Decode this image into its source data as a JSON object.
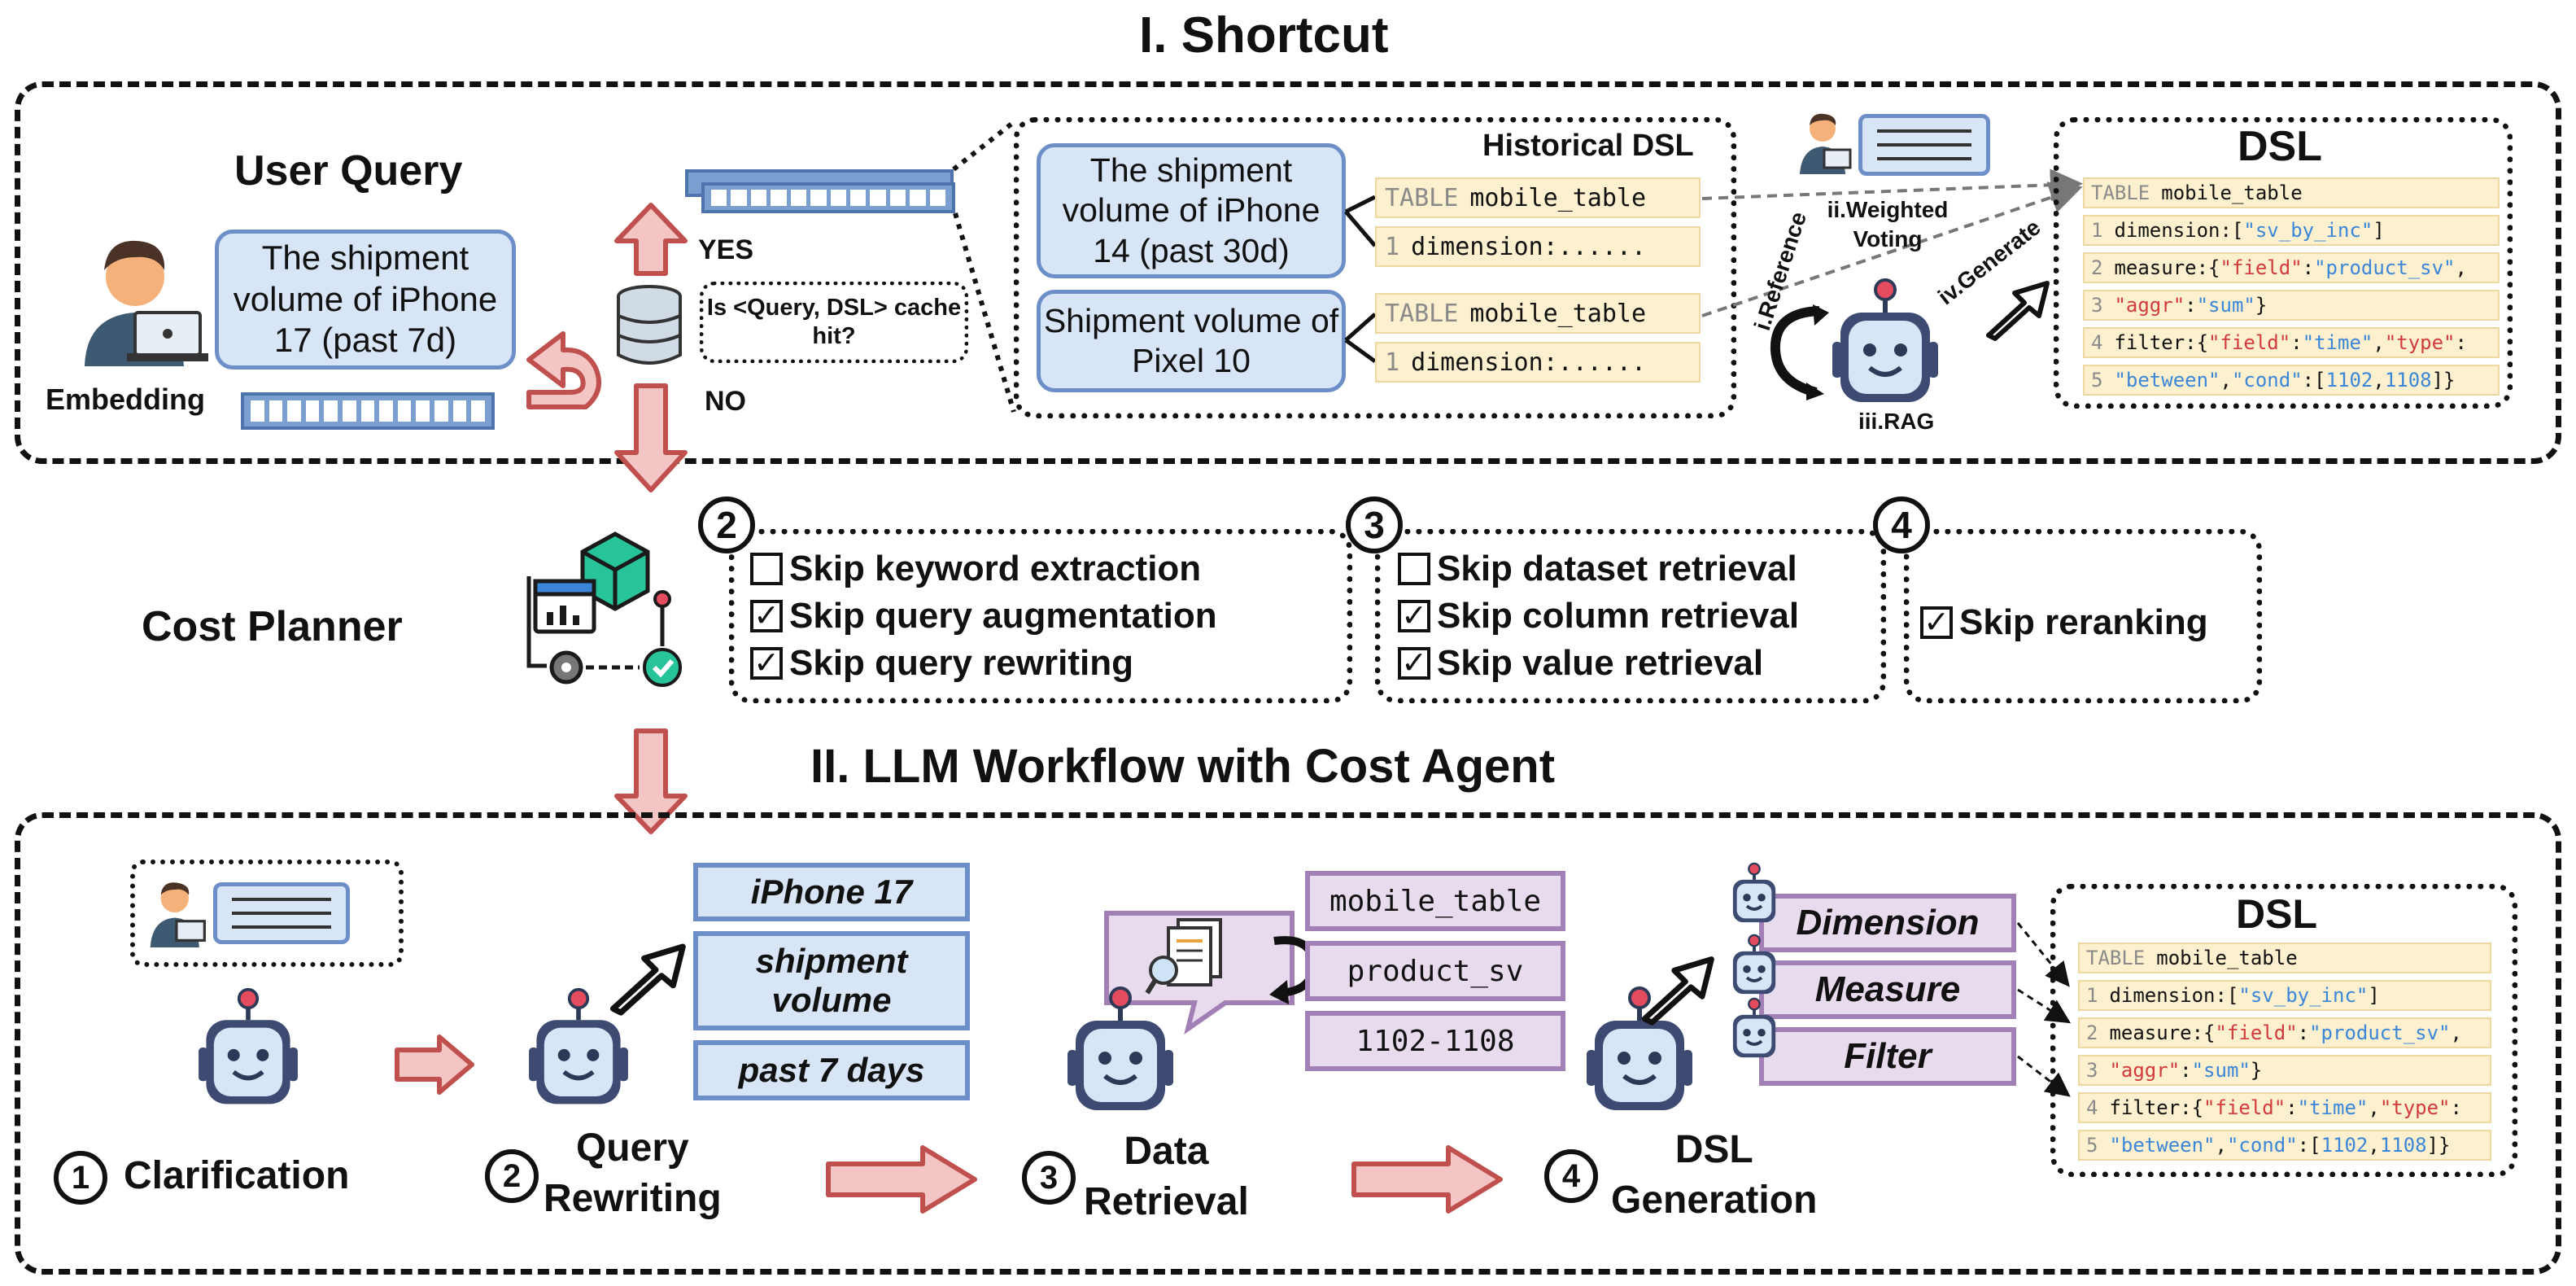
{
  "shortcut": {
    "title": "I. Shortcut",
    "user_query_label": "User Query",
    "user_query_text": "The shipment volume of iPhone 17 (past 7d)",
    "embedding_label": "Embedding",
    "yes_label": "YES",
    "no_label": "NO",
    "cache_question": "Is <Query, DSL> cache hit?",
    "historical_title": "Historical DSL",
    "hist_queries": [
      "The shipment volume of iPhone 14 (past 30d)",
      "Shipment volume of Pixel 10"
    ],
    "hist_dsl": [
      {
        "line0": "mobile_table",
        "line1": "dimension:......"
      },
      {
        "line0": "mobile_table",
        "line1": "dimension:......"
      }
    ],
    "table_keyword": "TABLE",
    "weighted_voting": "ii.Weighted Voting",
    "reference_label": "i.Reference",
    "rag_label": "iii.RAG",
    "generate_label": "iv.Generate",
    "dsl_title": "DSL"
  },
  "dsl_lines": {
    "table": "mobile_table",
    "l1_key": "dimension:[",
    "l1_val": "\"sv_by_inc\"",
    "l1_end": "]",
    "l2_key": "measure:{",
    "l2_f": "\"field\"",
    "l2_colon": ":",
    "l2_v": "\"product_sv\"",
    "l2_end": ",",
    "l3_a": "\"aggr\"",
    "l3_colon": ":",
    "l3_b": "\"sum\"",
    "l3_end": "}",
    "l4_key": "filter:{",
    "l4_f": "\"field\"",
    "l4_c": ":",
    "l4_v": "\"time\"",
    "l4_comma": ",",
    "l4_t": "\"type\"",
    "l4_end": ":",
    "l5_a": "\"between\"",
    "l5_comma": ",",
    "l5_b": "\"cond\"",
    "l5_colon": ":[",
    "l5_n1": "1102",
    "l5_sep": ",",
    "l5_n2": "1108",
    "l5_end": "]}",
    "nums": [
      "1",
      "2",
      "3",
      "4",
      "5"
    ]
  },
  "planner": {
    "label": "Cost Planner",
    "groups": [
      {
        "num": "2",
        "items": [
          {
            "text": "Skip keyword extraction",
            "checked": false
          },
          {
            "text": "Skip query augmentation",
            "checked": true
          },
          {
            "text": "Skip query rewriting",
            "checked": true
          }
        ]
      },
      {
        "num": "3",
        "items": [
          {
            "text": "Skip dataset retrieval",
            "checked": false
          },
          {
            "text": "Skip column retrieval",
            "checked": true
          },
          {
            "text": "Skip value retrieval",
            "checked": true
          }
        ]
      },
      {
        "num": "4",
        "items": [
          {
            "text": "Skip reranking",
            "checked": true
          }
        ]
      }
    ]
  },
  "workflow": {
    "title": "II. LLM Workflow with Cost Agent",
    "steps": [
      {
        "num": "1",
        "label": "Clarification"
      },
      {
        "num": "2",
        "label": "Query Rewriting",
        "line1": "Query",
        "line2": "Rewriting"
      },
      {
        "num": "3",
        "label": "Data Retrieval",
        "line1": "Data",
        "line2": "Retrieval"
      },
      {
        "num": "4",
        "label": "DSL Generation",
        "line1": "DSL",
        "line2": "Generation"
      }
    ],
    "keywords": [
      "iPhone 17",
      "shipment volume",
      "past 7 days"
    ],
    "keyword2_line1": "shipment",
    "keyword2_line2": "volume",
    "retrieved": [
      "mobile_table",
      "product_sv",
      "1102-1108"
    ],
    "dsl_parts": [
      "Dimension",
      "Measure",
      "Filter"
    ],
    "dsl_title": "DSL"
  },
  "colors": {
    "blue_fill": "#d7e5f7",
    "blue_border": "#6c8fc7",
    "purple_fill": "#e9dbee",
    "purple_border": "#a27fb4",
    "arrow_fill": "#f4c5c5",
    "arrow_border": "#c0504d",
    "code_bg": "#fdf0cf"
  }
}
